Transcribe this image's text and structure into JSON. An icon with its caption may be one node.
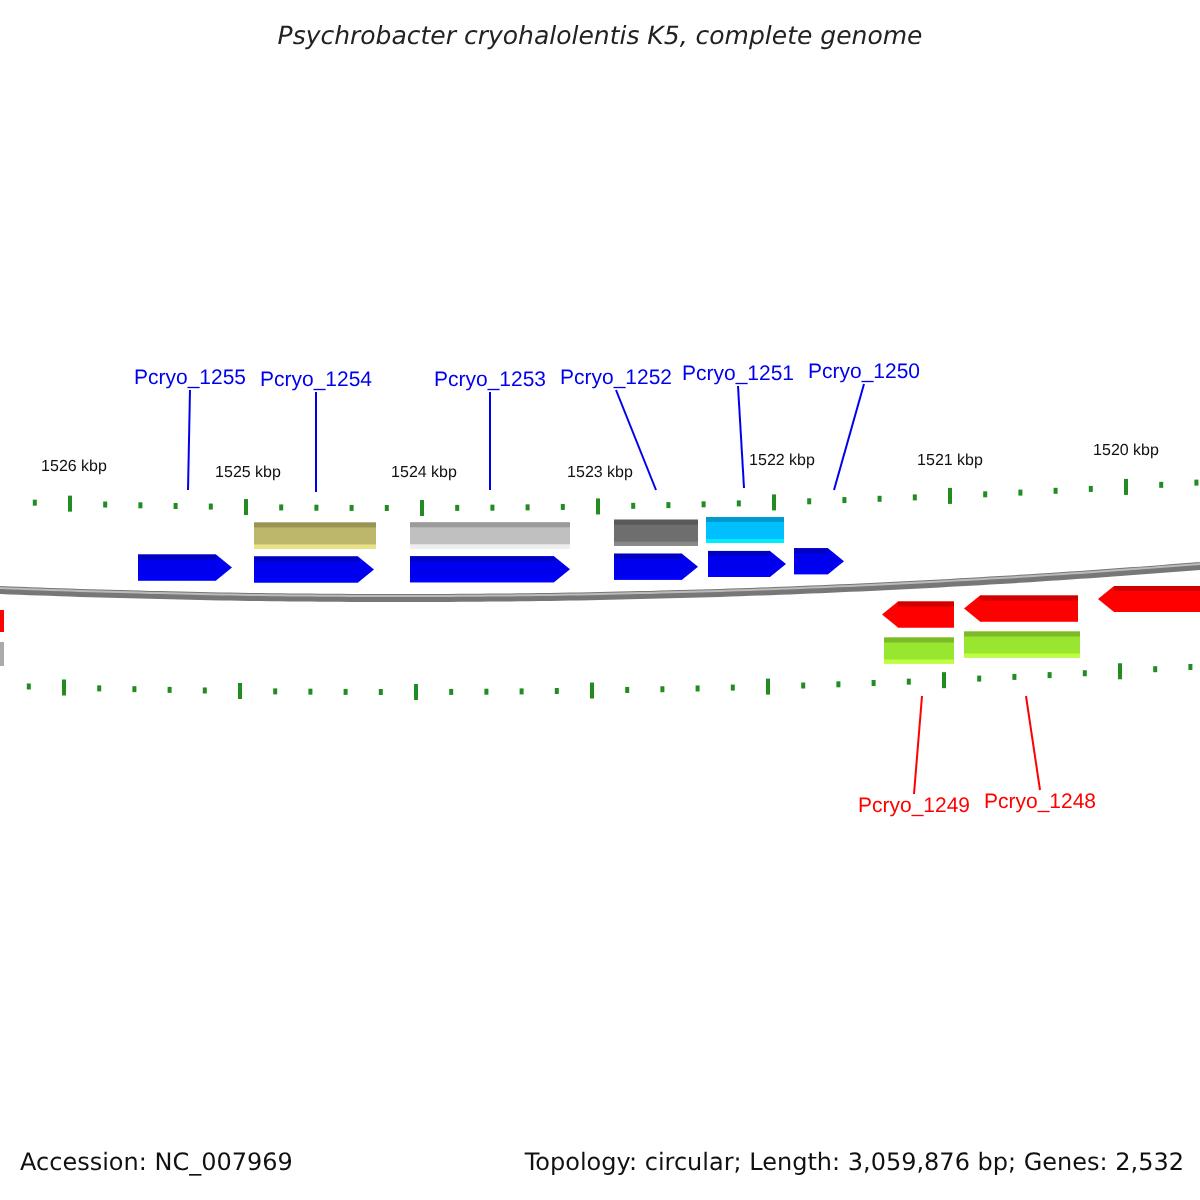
{
  "diagram": {
    "title": "Psychrobacter cryohalolentis K5, complete genome",
    "nodes": [
      {
        "text": [
          "Pcryo_1255"
        ]
      },
      {
        "text": [
          "Pcryo_1254"
        ]
      },
      {
        "text": [
          "Pcryo_1253"
        ]
      },
      {
        "text": [
          "Pcryo_1252"
        ]
      },
      {
        "text": [
          "Pcryo_1251"
        ]
      },
      {
        "text": [
          "Pcryo_1250"
        ]
      },
      {
        "text": [
          "Pcryo_1249"
        ]
      },
      {
        "text": [
          "Pcryo_1248"
        ]
      }
    ],
    "edges": [
      {
        "from": 0,
        "to": null,
        "arrow": "none"
      },
      {
        "from": 1,
        "to": null,
        "arrow": "none"
      },
      {
        "from": 2,
        "to": null,
        "arrow": "none"
      },
      {
        "from": 3,
        "to": null,
        "arrow": "none"
      },
      {
        "from": 4,
        "to": null,
        "arrow": "none"
      },
      {
        "from": 5,
        "to": null,
        "arrow": "none"
      },
      {
        "from": 6,
        "to": null,
        "arrow": "none",
        "color": "#ff0000"
      },
      {
        "from": 7,
        "to": null,
        "arrow": "none",
        "color": "#ff0000"
      }
    ],
    "labels": [
      "1526 kbp",
      "1525 kbp",
      "1524 kbp",
      "1523 kbp",
      "1522 kbp",
      "1521 kbp",
      "1520 kbp",
      "Accession: NC_007969",
      "Topology: circular; Length: 3,059,876 bp; Genes: 2,532"
    ]
  }
}
